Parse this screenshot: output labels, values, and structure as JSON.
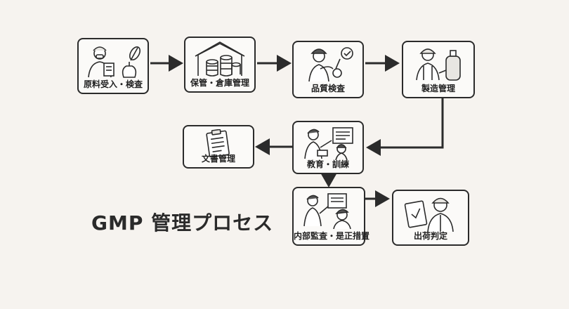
{
  "title": "GMP 管理プロセス",
  "steps": [
    {
      "label": "原料受入・検査",
      "icon": "receiving-inspector-icon"
    },
    {
      "label": "保管・倉庫管理",
      "icon": "warehouse-icon"
    },
    {
      "label": "品質検査",
      "icon": "quality-inspector-icon"
    },
    {
      "label": "製造管理",
      "icon": "manufacturing-worker-icon"
    },
    {
      "label": "教育・訓練",
      "icon": "training-icon"
    },
    {
      "label": "文書管理",
      "icon": "clipboard-icon"
    },
    {
      "label": "内部監査・是正措置",
      "icon": "audit-icon"
    },
    {
      "label": "出荷判定",
      "icon": "shipping-approval-icon"
    }
  ],
  "colors": {
    "line": "#2b2b2b",
    "background": "#f6f3ef",
    "card": "#fbfaf8"
  }
}
